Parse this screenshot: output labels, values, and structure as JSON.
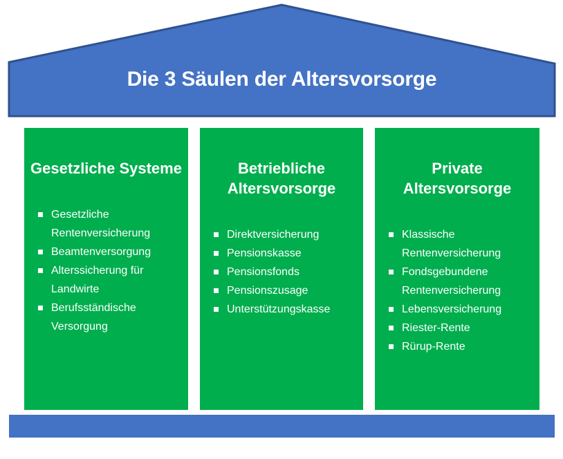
{
  "title": "Die 3 Säulen der Altersvorsorge",
  "colors": {
    "roof": "#4472C4",
    "roof_border": "#2F528F",
    "pillar": "#00AE4D",
    "base": "#4472C4",
    "text": "#FFFFFF"
  },
  "pillars": [
    {
      "heading": "Gesetzliche Systeme",
      "items": [
        "Gesetzliche Rentenversicherung",
        "Beamtenversorgung",
        "Alterssicherung für Landwirte",
        "Berufsständische Versorgung"
      ]
    },
    {
      "heading": "Betriebliche Altersvorsorge",
      "items": [
        "Direktversicherung",
        "Pensionskasse",
        "Pensionsfonds",
        "Pensionszusage",
        "Unterstützungskasse"
      ]
    },
    {
      "heading": "Private Altersvorsorge",
      "items": [
        "Klassische Rentenversicherung",
        "Fondsgebundene Rentenversicherung",
        "Lebensversicherung",
        "Riester-Rente",
        "Rürup-Rente"
      ]
    }
  ],
  "base": {
    "label": ""
  }
}
